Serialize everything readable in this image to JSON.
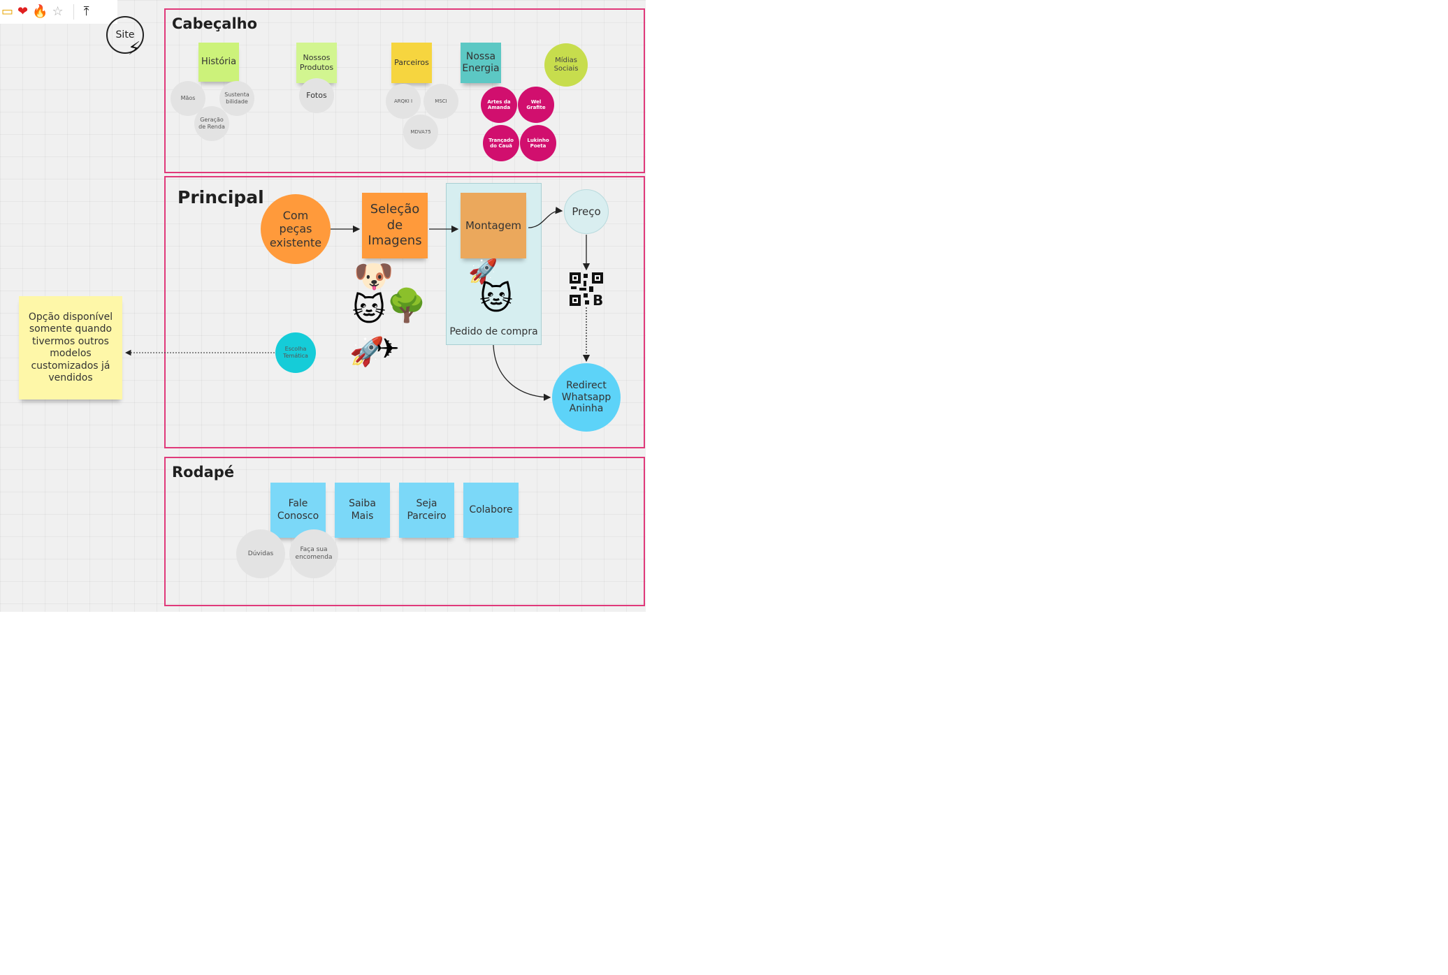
{
  "toolbar": {
    "icons": [
      "sticky-note-icon",
      "heart-icon",
      "fire-icon",
      "star-icon",
      "upload-icon"
    ],
    "glyphs": [
      "▭",
      "❤",
      "🔥",
      "☆",
      "⤒"
    ]
  },
  "site_node": {
    "label": "Site"
  },
  "header": {
    "title": "Cabeçalho",
    "stickies": [
      "História",
      "Nossos Produtos",
      "Parceiros",
      "Nossa Energia"
    ],
    "midias": "Mídias Sociais",
    "historia_items": [
      "Mãos",
      "Sustentabilidade",
      "Geração de Renda"
    ],
    "produtos_items": [
      "Fotos"
    ],
    "parceiros_items": [
      "ARQKI I",
      "MSCI",
      "MDVA75"
    ],
    "energia_items": [
      "Artes da Amanda",
      "Wel Grafite",
      "Trançado do Cauã",
      "Lukinho Poeta"
    ]
  },
  "main": {
    "title": "Principal",
    "com_pecas": "Com peças existente",
    "selecao": "Seleção de Imagens",
    "montagem": "Montagem",
    "pedido": "Pedido de compra",
    "preco": "Preço",
    "redirect": "Redirect Whatsapp Aninha",
    "escolha": "Escolha Temática",
    "note": "Opção disponível somente quando tivermos outros modelos customizados já vendidos"
  },
  "footer": {
    "title": "Rodapé",
    "stickies": [
      "Fale Conosco",
      "Saiba Mais",
      "Seja Parceiro",
      "Colabore"
    ],
    "circles": [
      "Dúvidas",
      "Faça sua encomenda"
    ]
  },
  "colors": {
    "frame": "#e0397a",
    "green_sticky": "#ccf27a",
    "light_green_sticky": "#d2f590",
    "yellow_sticky": "#f6d53f",
    "teal_sticky": "#5cc8c4",
    "lime_circle": "#c7dd4d",
    "magenta": "#d10f6e",
    "orange": "#ff9a3b",
    "montagem_orange": "#eba85c",
    "container_teal": "#d6eef0",
    "cyan_circle": "#15ccd8",
    "blue_circle": "#5dd3f8",
    "blue_sticky": "#7bd8f8",
    "pale_yellow": "#fef7a8"
  }
}
